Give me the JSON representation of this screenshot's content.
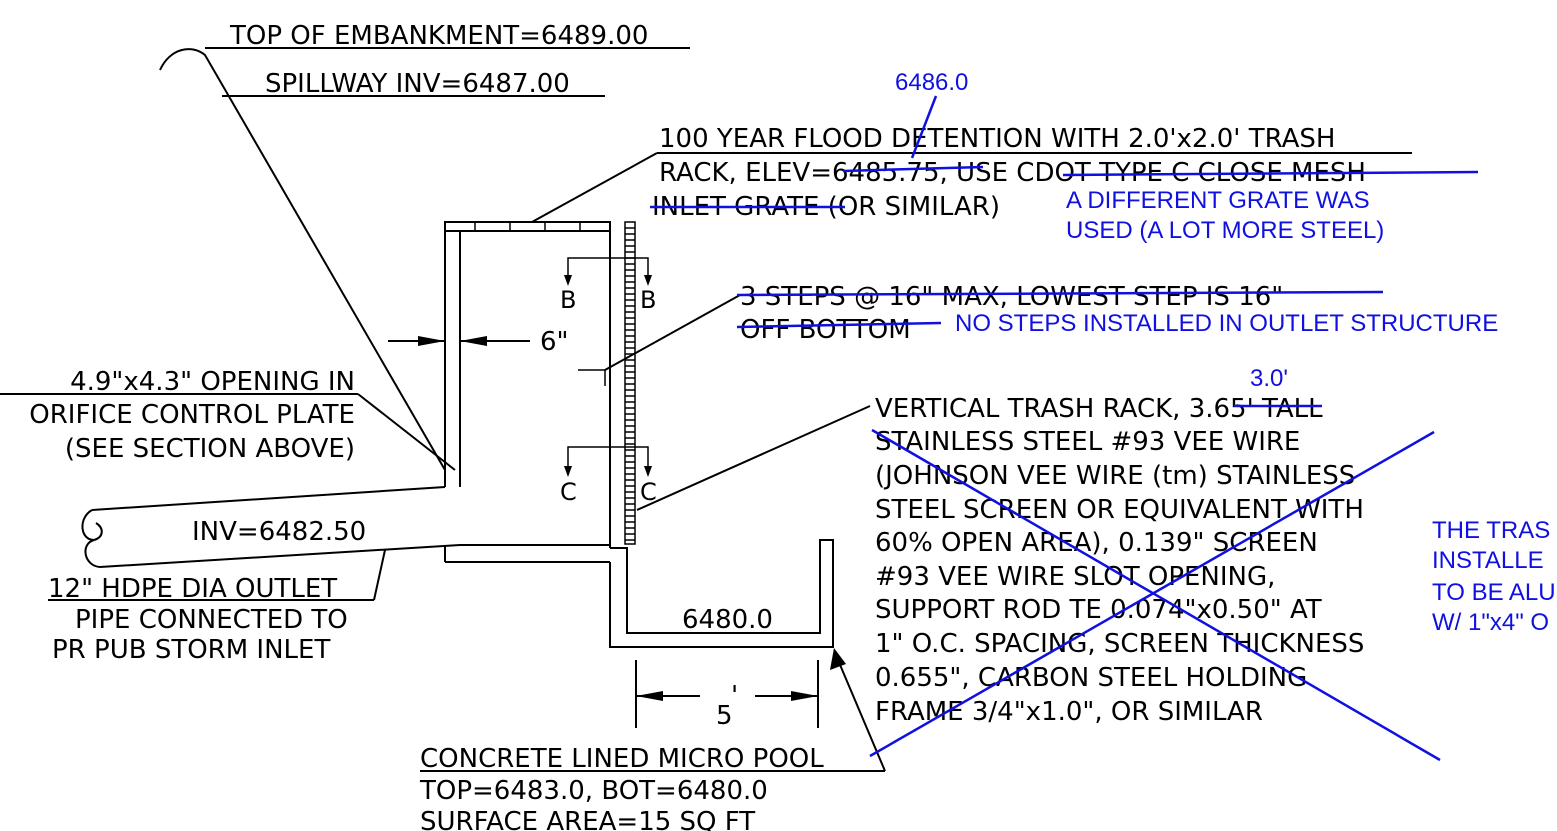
{
  "colors": {
    "ink": "#000000",
    "markup": "#1010e0"
  },
  "labels": {
    "top_embankment": "TOP OF EMBANKMENT=6489.00",
    "spillway_inv": "SPILLWAY INV=6487.00",
    "flood_line1": "100 YEAR FLOOD DETENTION WITH 2.0'x2.0' TRASH",
    "flood_line2_a": "RACK, ELEV=",
    "flood_line2_strike": "6485.75",
    "flood_line2_b": ", USE ",
    "flood_line2_strike2": "CDOT TYPE C CLOSE MESH",
    "flood_line3_strike": "INLET GRATE",
    "flood_line3_b": " (OR SIMILAR)",
    "steps_line1": "3 STEPS @ 16\" MAX, LOWEST STEP IS 16\"",
    "steps_line2": "OFF BOTTOM",
    "dim_6in": "6\"",
    "opening_line1": "4.9\"x4.3\" OPENING IN",
    "opening_line2": "ORIFICE CONTROL PLATE",
    "opening_line3": "(SEE SECTION ABOVE)",
    "section_b_left": "B",
    "section_b_right": "B",
    "section_c_left": "C",
    "section_c_right": "C",
    "rack_line1_a": "VERTICAL TRASH RACK, ",
    "rack_line1_strike": "3.65'",
    "rack_line1_b": " TALL",
    "rack_line2": "STAINLESS STEEL #93 VEE WIRE",
    "rack_line3": "(JOHNSON VEE WIRE (tm) STAINLESS",
    "rack_line4": "STEEL SCREEN OR EQUIVALENT WITH",
    "rack_line5": "60% OPEN AREA), 0.139\" SCREEN",
    "rack_line6": "#93 VEE WIRE SLOT OPENING,",
    "rack_line7": "SUPPORT ROD TE 0.074\"x0.50\" AT",
    "rack_line8": "1\" O.C. SPACING, SCREEN THICKNESS",
    "rack_line9": "0.655\", CARBON STEEL HOLDING",
    "rack_line10": "FRAME 3/4\"x1.0\", OR SIMILAR",
    "inv": "INV=6482.50",
    "pipe_line1": "12\" HDPE DIA OUTLET",
    "pipe_line2": "PIPE CONNECTED TO",
    "pipe_line3": "PR PUB STORM INLET",
    "pool_bottom": "6480.0",
    "dim_5ft": "5",
    "dim_5ft_mark": "'",
    "pool_line1": "CONCRETE LINED MICRO POOL",
    "pool_line2": "TOP=6483.0, BOT=6480.0",
    "pool_line3": "SURFACE AREA=15 SQ FT"
  },
  "markup": {
    "elev_revision": "6486.0",
    "grate_note_line1": "A DIFFERENT GRATE WAS",
    "grate_note_line2": "USED (A LOT MORE STEEL)",
    "steps_note": "NO STEPS INSTALLED IN OUTLET STRUCTURE",
    "rack_height_revision": "3.0'",
    "trash_note_line1": "THE TRAS",
    "trash_note_line2": "INSTALLE",
    "trash_note_line3": "TO BE ALU",
    "trash_note_line4": "W/ 1\"x4\" O"
  }
}
